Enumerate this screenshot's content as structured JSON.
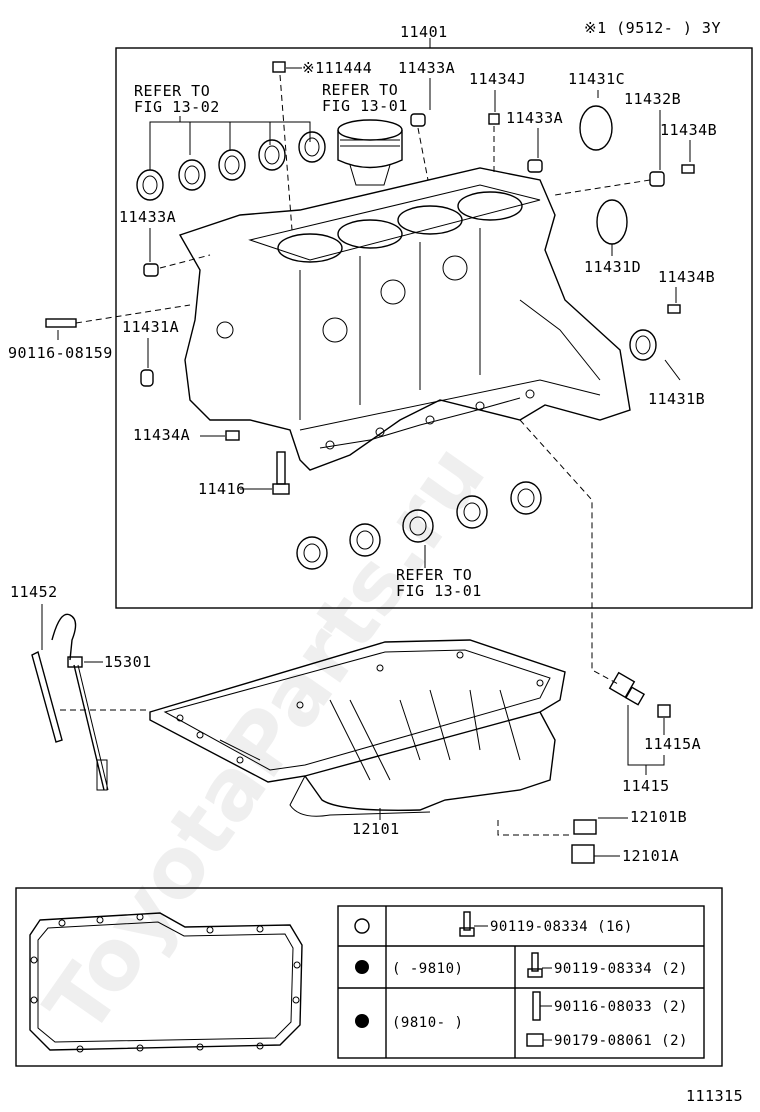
{
  "header": {
    "note": "※1 (9512-      ) 3Y"
  },
  "watermark": "ToyotaParts.ru",
  "diagram_id": "111315",
  "parts": {
    "p11401": "11401",
    "p111444": "※111444",
    "p11433A_top": "11433A",
    "p11434J": "11434J",
    "p11431C": "11431C",
    "p11432B": "11432B",
    "p11433A_mid": "11433A",
    "p11434B_top": "11434B",
    "p11433A_left": "11433A",
    "p11431D": "11431D",
    "p11434B_mid": "11434B",
    "p90116_08159": "90116-08159",
    "p11431A": "11431A",
    "p11431B": "11431B",
    "p11434A": "11434A",
    "p11416": "11416",
    "p11452": "11452",
    "p15301": "15301",
    "p11415A": "11415A",
    "p11415": "11415",
    "p12101": "12101",
    "p12101B": "12101B",
    "p12101A": "12101A"
  },
  "refs": {
    "ref_fig_13_02_a": "REFER TO",
    "ref_fig_13_02_b": "FIG 13-02",
    "ref_fig_13_01_top_a": "REFER TO",
    "ref_fig_13_01_top_b": "FIG 13-01",
    "ref_fig_13_01_bot_a": "REFER TO",
    "ref_fig_13_01_bot_b": "FIG 13-01"
  },
  "legend": {
    "rows": [
      {
        "symbol": "open-circle",
        "range": "",
        "parts": [
          "90119-08334 (16)"
        ]
      },
      {
        "symbol": "filled-circle",
        "range": "(      -9810)",
        "parts": [
          "90119-08334 (2)"
        ]
      },
      {
        "symbol": "filled-circle",
        "range": "(9810-      )",
        "parts": [
          "90116-08033 (2)",
          "90179-08061 (2)"
        ]
      }
    ]
  }
}
